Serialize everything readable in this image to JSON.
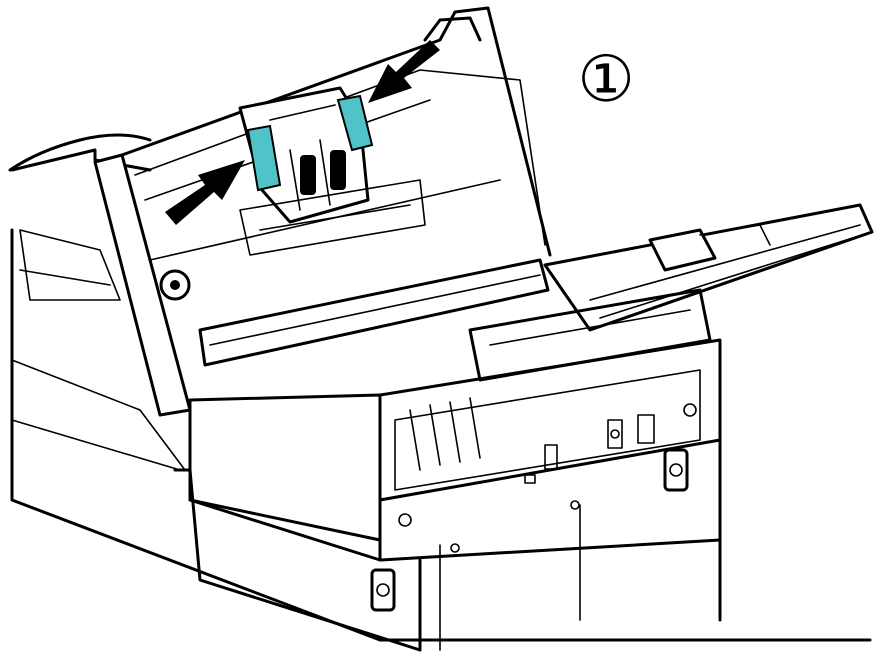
{
  "step_marker": "①",
  "colors": {
    "line": "#000000",
    "background": "#ffffff",
    "highlight": "#4fc3c7"
  },
  "parts": {
    "arrows": [
      "arrow-icon",
      "arrow-icon"
    ],
    "highlighted_parts": [
      "roller-lock-tab",
      "roller-lock-tab"
    ]
  }
}
